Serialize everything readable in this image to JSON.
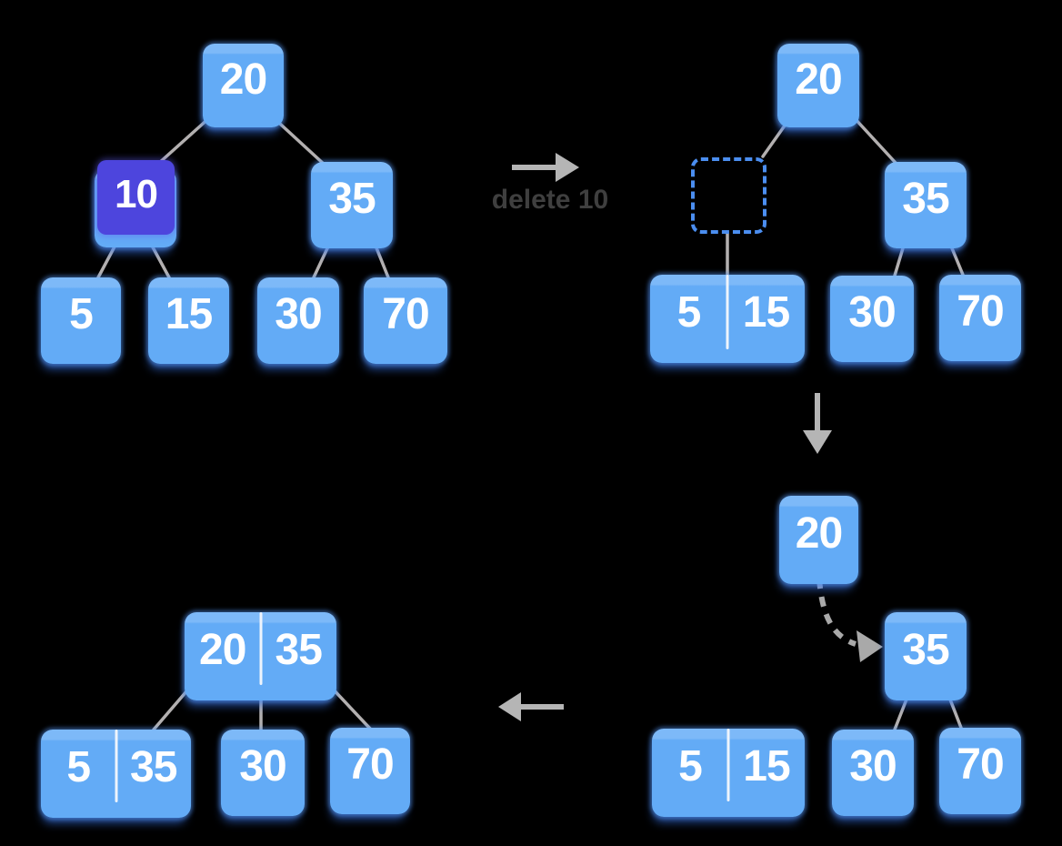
{
  "diagram": {
    "subject": "b-tree-deletion-steps",
    "action_label": "delete 10"
  },
  "colors": {
    "background": "#000000",
    "node_blue": "#63ABF6",
    "node_blue_light": "#7DB9F8",
    "node_purple": "#4D45DD",
    "node_text": "#FFFFFF",
    "edge_gray": "#B3B0B0",
    "arrow_gray": "#B5B5B5",
    "dashed_border_blue": "#4B8EF0",
    "label_dark": "#3F3F3F"
  },
  "steps": {
    "initial": {
      "root": "20",
      "left_child": "10",
      "right_child": "35",
      "leaves": [
        "5",
        "15",
        "30",
        "70"
      ]
    },
    "after_delete": {
      "root": "20",
      "right_child": "35",
      "merged_leaf": [
        "5",
        "15"
      ],
      "leaves": [
        "30",
        "70"
      ]
    },
    "demote_root": {
      "root": "20",
      "right_child": "35",
      "merged_leaf": [
        "5",
        "15"
      ],
      "leaves": [
        "30",
        "70"
      ]
    },
    "final": {
      "root": [
        "20",
        "35"
      ],
      "left_leaf": [
        "5",
        "35"
      ],
      "leaves": [
        "30",
        "70"
      ]
    }
  }
}
